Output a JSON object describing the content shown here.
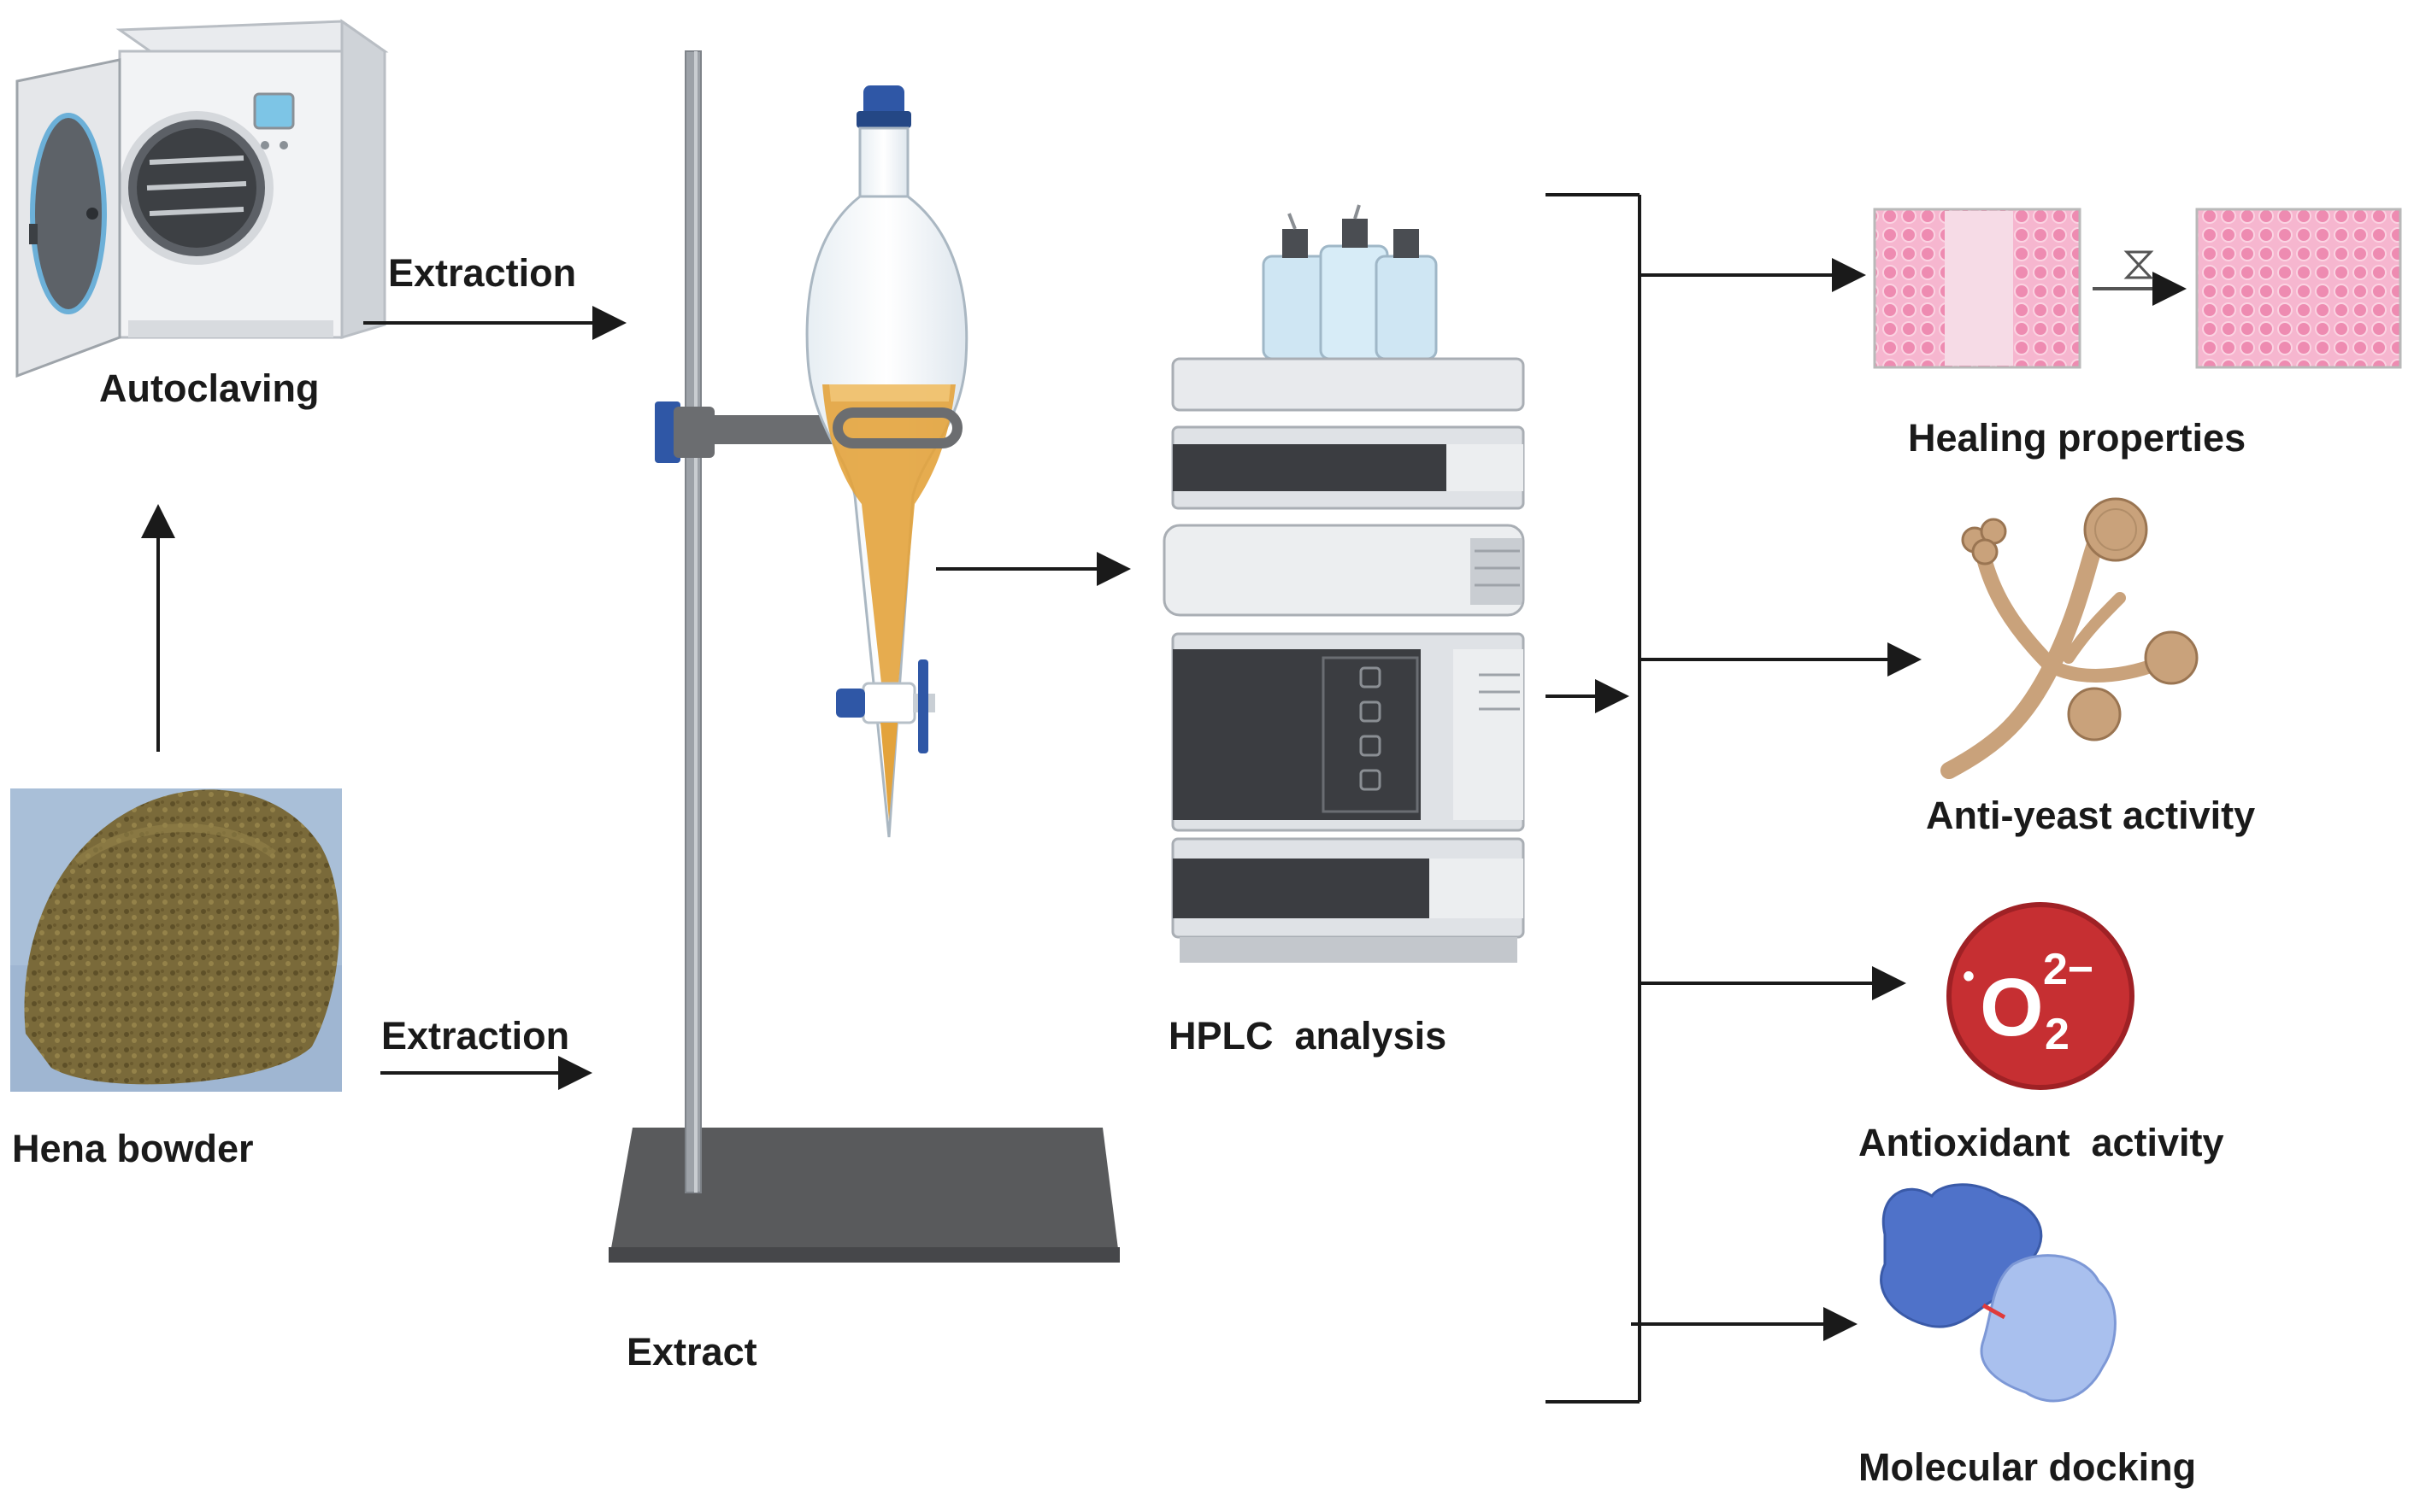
{
  "labels": {
    "autoclaving": "Autoclaving",
    "extraction_top": "Extraction",
    "extraction_bottom": "Extraction",
    "hena_powder": "Hena bowder",
    "extract": "Extract",
    "hplc": "HPLC  analysis",
    "healing": "Healing properties",
    "anti_yeast": "Anti-yeast activity",
    "antioxidant": "Antioxidant  activity",
    "docking": "Molecular docking"
  },
  "superoxide": {
    "radical_dot": "•",
    "base": "O",
    "subscript": "2",
    "superscript": "2−"
  },
  "icons": [
    "autoclave-icon",
    "henna-powder-image",
    "separatory-funnel-icon",
    "hplc-system-icon",
    "wound-healing-icon",
    "yeast-icon",
    "superoxide-icon",
    "protein-docking-icon"
  ],
  "colors": {
    "arrow": "#1a1a1a",
    "liquid": "#e3a33c",
    "powder": "#7a6a3a",
    "superoxide_red": "#c62f32",
    "tissue_pink": "#f3a8c4",
    "protein_blue": "#4f72c9",
    "yeast_tan": "#c9a27b"
  }
}
